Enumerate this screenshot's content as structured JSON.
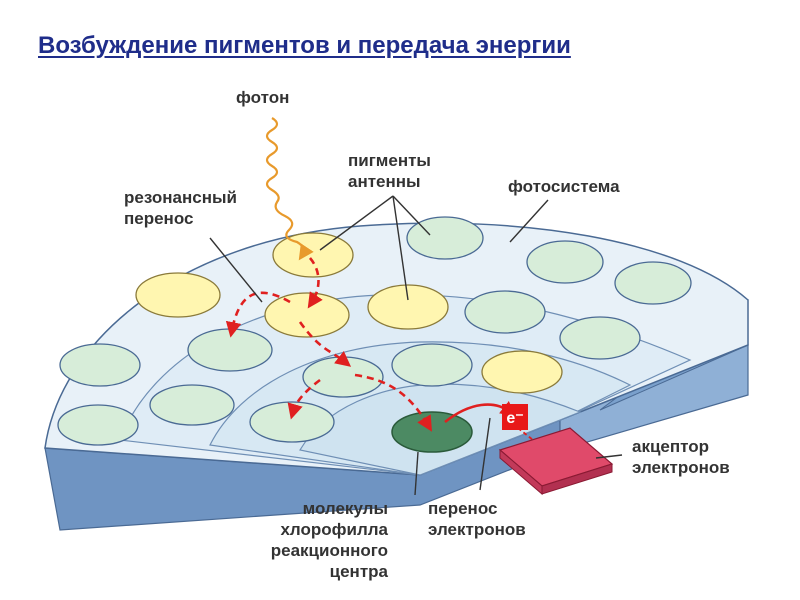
{
  "title": "Возбуждение пигментов и передача энергии",
  "labels": {
    "photon": "фотон",
    "antenna_pigments": "пигменты\nантенны",
    "resonance_transfer": "резонансный\nперенос",
    "photosystem": "фотосистема",
    "electron_acceptor": "акцептор\nэлектронов",
    "electron_transfer": "перенос\nэлектронов",
    "reaction_center": "молекулы\nхлорофилла\nреакционного\nцентра",
    "electron_badge": "e⁻"
  },
  "colors": {
    "title": "#1f2d8a",
    "outer_platform": "#e8f1f8",
    "inner_zone": "#d7e8f3",
    "platform_side": "#6f94c2",
    "green_pigment": "#d7edd9",
    "yellow_pigment": "#fff6b0",
    "reaction_center": "#4c8a63",
    "transfer_arrow": "#e02020",
    "photon_wave": "#e89a2c",
    "acceptor": "#e04a6a",
    "badge": "#e81818"
  }
}
